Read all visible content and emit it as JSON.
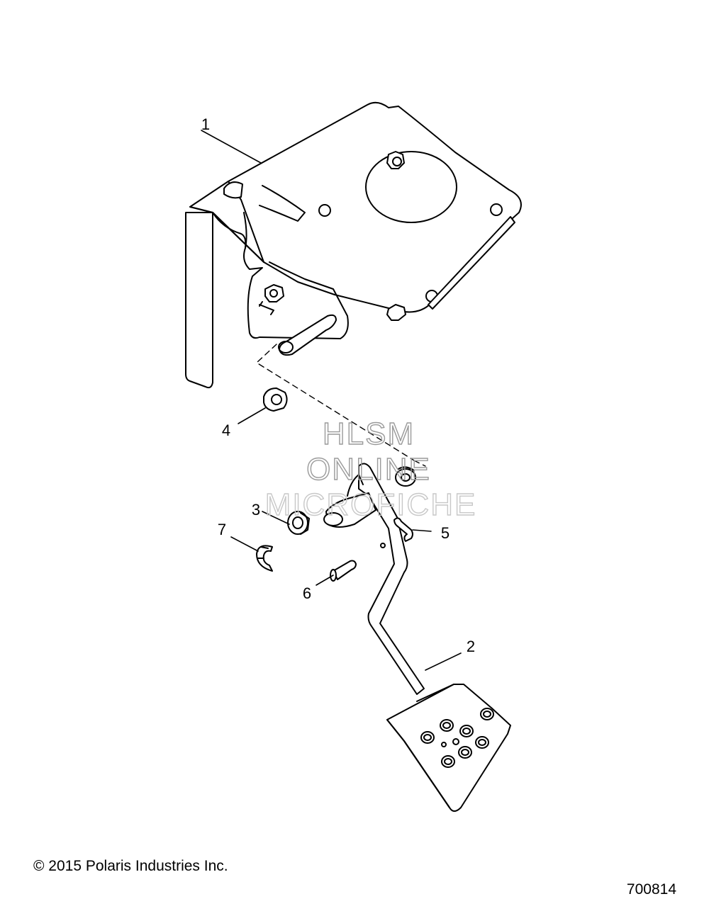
{
  "callouts": [
    {
      "id": "1",
      "label": "1"
    },
    {
      "id": "2",
      "label": "2"
    },
    {
      "id": "3",
      "label": "3"
    },
    {
      "id": "4",
      "label": "4"
    },
    {
      "id": "5",
      "label": "5"
    },
    {
      "id": "6",
      "label": "6"
    },
    {
      "id": "7",
      "label": "7"
    }
  ],
  "watermark": {
    "line1": "HLSM",
    "line2": "ONLINE",
    "line3": "MICROFICHE"
  },
  "footer": {
    "copyright": "© 2015 Polaris Industries Inc.",
    "drawing_number": "700814"
  }
}
